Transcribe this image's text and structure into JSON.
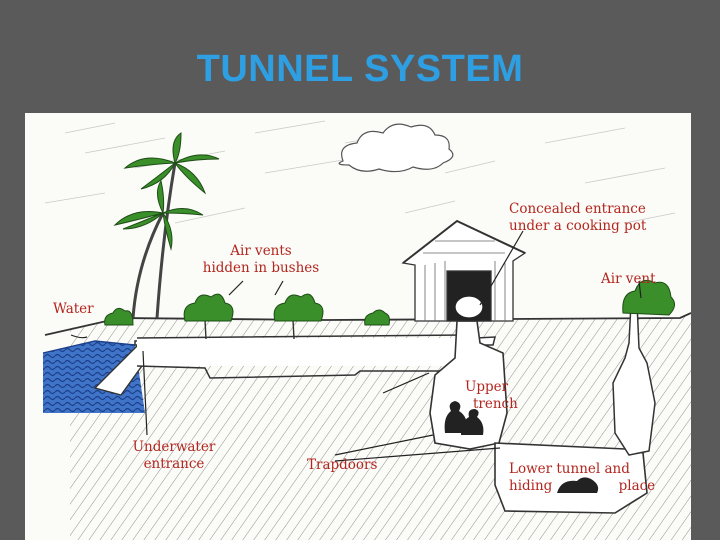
{
  "title": "TUNNEL SYSTEM",
  "colors": {
    "title": "#2f9fe3",
    "label": "#b3261e",
    "background": "#5a5a5a",
    "figure": "#fbfbf8"
  },
  "diagram": {
    "labels": {
      "water": "Water",
      "air_vents_line1": "Air vents",
      "air_vents_line2": "hidden in bushes",
      "concealed_line1": "Concealed entrance",
      "concealed_line2": "under a cooking pot",
      "air_vent": "Air vent",
      "upper_trench_line1": "Upper",
      "upper_trench_line2": "trench",
      "underwater_line1": "Underwater",
      "underwater_line2": "entrance",
      "trapdoors": "Trapdoors",
      "lower_tunnel_line1": "Lower tunnel and",
      "lower_tunnel_line2a": "hiding",
      "lower_tunnel_line2b": "place"
    }
  }
}
